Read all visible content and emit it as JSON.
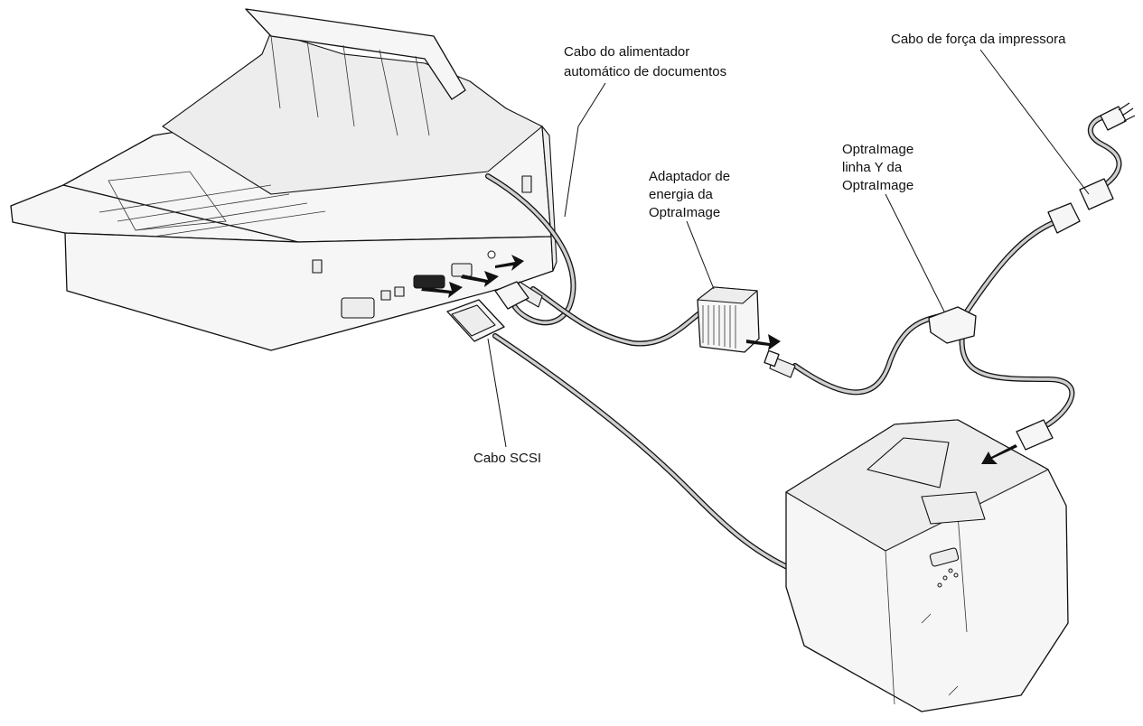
{
  "labels": {
    "adf_cable_line1": "Cabo do alimentador",
    "adf_cable_line2": "automático de documentos",
    "power_cord": "Cabo de força da impressora",
    "y_cable_line1": "OptraImage",
    "y_cable_line2": "linha Y da",
    "y_cable_line3": "OptraImage",
    "adapter_line1": "Adaptador de",
    "adapter_line2": "energia da",
    "adapter_line3": "OptraImage",
    "scsi_cable": "Cabo SCSI"
  },
  "icons": {
    "scanner": "flatbed-scanner-with-adf",
    "printer": "laser-printer",
    "adapter": "power-adapter-brick",
    "plug": "ac-power-plug",
    "arrows": "insert-direction-arrow"
  }
}
